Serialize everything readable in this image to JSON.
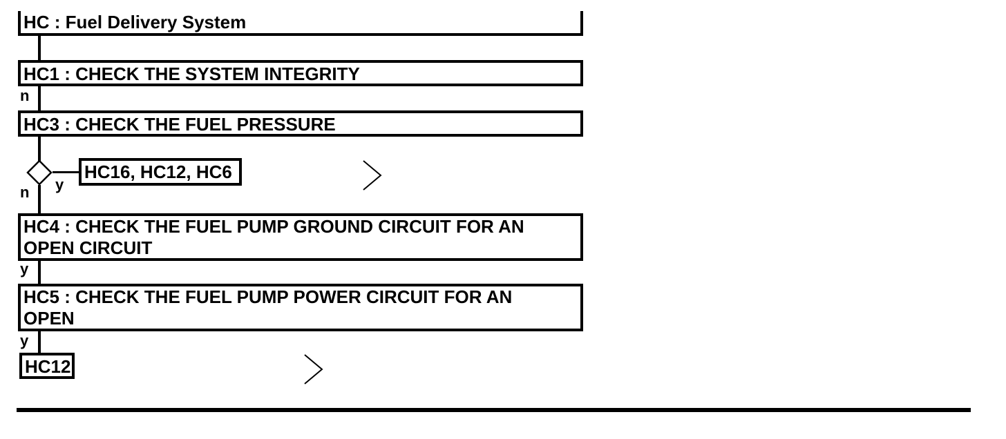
{
  "diagram": {
    "title": "HC : Fuel Delivery System",
    "steps": [
      {
        "id": "hc1",
        "text": "HC1 : CHECK THE SYSTEM INTEGRITY"
      },
      {
        "id": "hc3",
        "text": "HC3 : CHECK THE FUEL PRESSURE"
      },
      {
        "id": "hc4",
        "text": "HC4 : CHECK THE FUEL PUMP GROUND CIRCUIT FOR AN\nOPEN CIRCUIT"
      },
      {
        "id": "hc5",
        "text": "HC5 : CHECK THE FUEL PUMP POWER CIRCUIT FOR AN\nOPEN"
      }
    ],
    "decision_yes_target": "HC16, HC12, HC6",
    "final_target": "HC12",
    "labels": {
      "after_hc1": "n",
      "decision_yes": "y",
      "decision_no": "n",
      "after_hc4": "y",
      "after_hc5": "y"
    },
    "colors": {
      "line": "#000000",
      "background": "#ffffff"
    },
    "icons": {
      "link_arrow": "chevron-right-icon",
      "decision": "diamond-icon"
    }
  }
}
